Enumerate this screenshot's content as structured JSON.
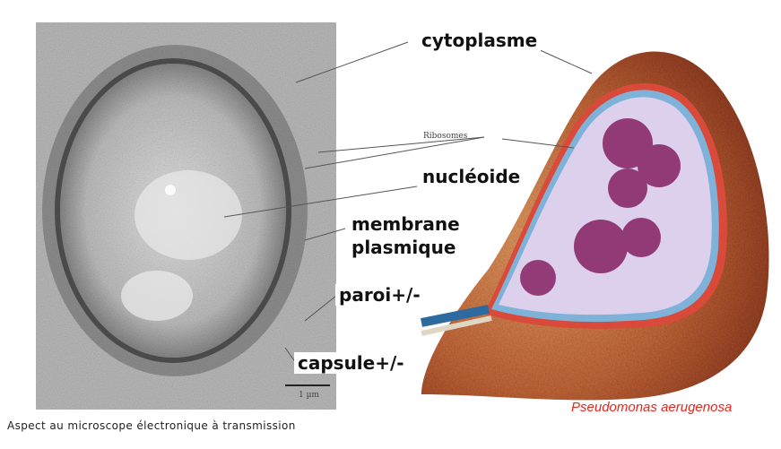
{
  "labels": {
    "cytoplasme": "cytoplasme",
    "ribosomes": "Ribosomes",
    "nucleoide": "nucléoide",
    "membrane_line1": "membrane",
    "membrane_line2": "plasmique",
    "paroi": "paroi+/-",
    "capsule": "capsule+/-"
  },
  "scale_bar": "1 µm",
  "species": "Pseudomonas aerugenosa",
  "caption": "Aspect au microscope électronique à transmission",
  "colors": {
    "species_label": "#e8251c",
    "micrograph_bg": "#b9b9b9",
    "cell_interior": "#cfcfcf",
    "illustration_outer": "#b35a35",
    "illustration_inner": "#dcd0ec",
    "nucleoid": "#8a2a6a"
  }
}
